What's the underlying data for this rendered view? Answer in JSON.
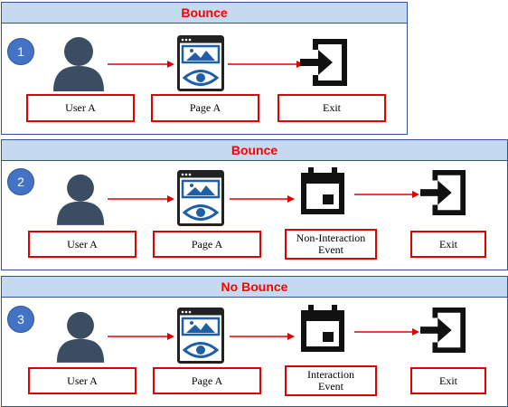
{
  "panels": [
    {
      "title": "Bounce",
      "number": "1",
      "labels": [
        "User A",
        "Page A",
        "Exit"
      ]
    },
    {
      "title": "Bounce",
      "number": "2",
      "labels": [
        "User A",
        "Page A",
        "Non-Interaction Event",
        "Exit"
      ]
    },
    {
      "title": "No Bounce",
      "number": "3",
      "labels": [
        "User A",
        "Page A",
        "Interaction Event",
        "Exit"
      ]
    }
  ],
  "colors": {
    "title_bar": "#c5d9f1",
    "title_text": "#ff0000",
    "border": "#2f5597",
    "number_circle": "#4472c4",
    "user_icon": "#3a4d62",
    "label_border": "#e00000",
    "arrow": "#e00000"
  },
  "icons": [
    "user-icon",
    "webpage-icon",
    "calendar-event-icon",
    "exit-icon"
  ]
}
